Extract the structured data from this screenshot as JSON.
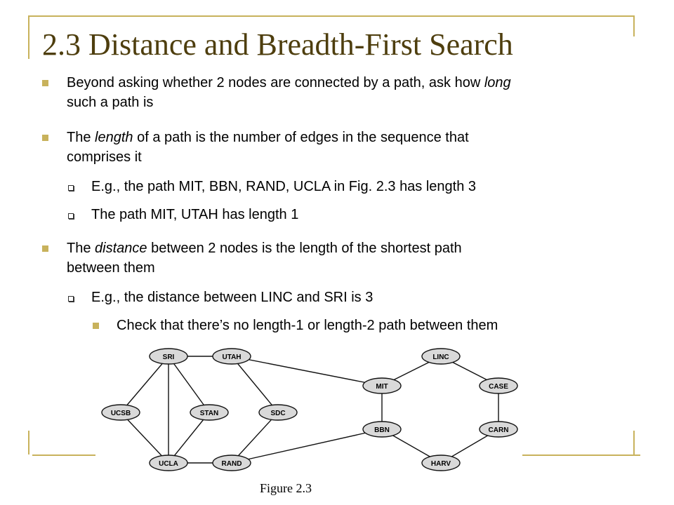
{
  "title": "2.3 Distance and Breadth-First Search",
  "bullets": {
    "b1": {
      "pre": "Beyond asking whether 2 nodes are connected by a path, ask how ",
      "em": "long",
      "line2": "such a path is"
    },
    "b2": {
      "pre": "The ",
      "em": "length",
      "post": " of a path is the number of edges in the sequence that",
      "line2": "comprises it"
    },
    "b2a": "E.g., the path MIT, BBN, RAND, UCLA in Fig. 2.3 has length 3",
    "b2b": "The path MIT, UTAH has length 1",
    "b3": {
      "pre": "The ",
      "em": "distance",
      "post": " between 2 nodes is the length of the shortest path",
      "line2": "between them"
    },
    "b3a": "E.g., the distance between LINC and SRI is 3",
    "b3a1": "Check that there’s no length-1 or length-2 path between them"
  },
  "figure": {
    "caption": "Figure 2.3",
    "nodes": {
      "SRI": "SRI",
      "UTAH": "UTAH",
      "UCSB": "UCSB",
      "STAN": "STAN",
      "SDC": "SDC",
      "UCLA": "UCLA",
      "RAND": "RAND",
      "MIT": "MIT",
      "BBN": "BBN",
      "LINC": "LINC",
      "CASE": "CASE",
      "CARN": "CARN",
      "HARV": "HARV"
    }
  },
  "colors": {
    "accent": "#c8b25c",
    "title": "#4e3e0e",
    "node_fill": "#d9d9d9"
  }
}
